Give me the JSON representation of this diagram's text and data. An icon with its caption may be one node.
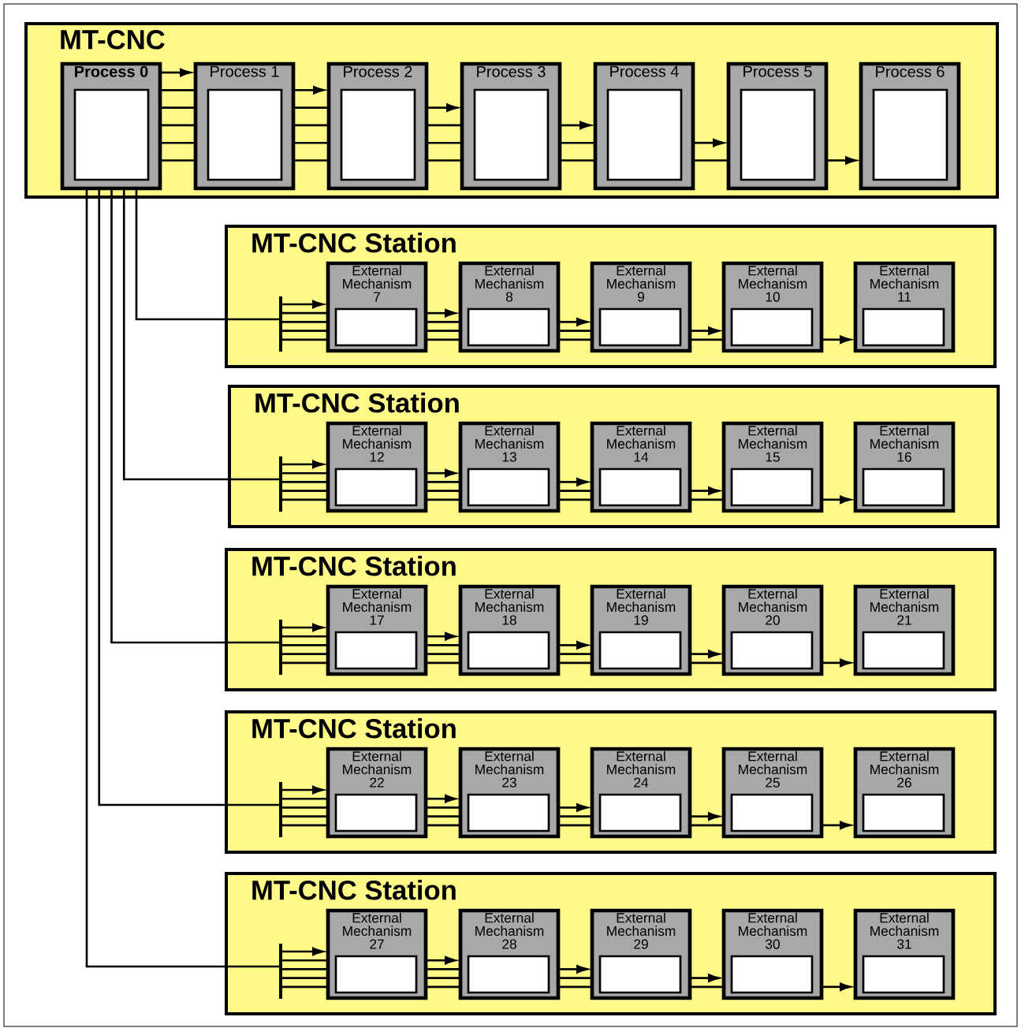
{
  "diagram": {
    "nodes": [
      {
        "text": [
          "MT-CNC"
        ]
      },
      {
        "text": [
          "Process 0"
        ],
        "in": 0
      },
      {
        "text": [
          "Process 1"
        ],
        "in": 0
      },
      {
        "text": [
          "Process 2"
        ],
        "in": 0
      },
      {
        "text": [
          "Process 3"
        ],
        "in": 0
      },
      {
        "text": [
          "Process 4"
        ],
        "in": 0
      },
      {
        "text": [
          "Process 5"
        ],
        "in": 0
      },
      {
        "text": [
          "Process 6"
        ],
        "in": 0
      },
      {
        "text": [
          "MT-CNC Station"
        ]
      },
      {
        "text": [],
        "shape": "bar",
        "in": 8
      },
      {
        "text": [
          "External Mechanism 7"
        ],
        "in": 8
      },
      {
        "text": [
          "External Mechanism 8"
        ],
        "in": 8
      },
      {
        "text": [
          "External Mechanism 9"
        ],
        "in": 8
      },
      {
        "text": [
          "External Mechanism 10"
        ],
        "in": 8
      },
      {
        "text": [
          "External Mechanism 11"
        ],
        "in": 8
      },
      {
        "text": [
          "MT-CNC Station"
        ]
      },
      {
        "text": [],
        "shape": "bar",
        "in": 15
      },
      {
        "text": [
          "External Mechanism 12"
        ],
        "in": 15
      },
      {
        "text": [
          "External Mechanism 13"
        ],
        "in": 15
      },
      {
        "text": [
          "External Mechanism 14"
        ],
        "in": 15
      },
      {
        "text": [
          "External Mechanism 15"
        ],
        "in": 15
      },
      {
        "text": [
          "External Mechanism 16"
        ],
        "in": 15
      },
      {
        "text": [
          "MT-CNC Station"
        ]
      },
      {
        "text": [],
        "shape": "bar",
        "in": 22
      },
      {
        "text": [
          "External Mechanism 17"
        ],
        "in": 22
      },
      {
        "text": [
          "External Mechanism 18"
        ],
        "in": 22
      },
      {
        "text": [
          "External Mechanism 19"
        ],
        "in": 22
      },
      {
        "text": [
          "External Mechanism 20"
        ],
        "in": 22
      },
      {
        "text": [
          "External Mechanism 21"
        ],
        "in": 22
      },
      {
        "text": [
          "MT-CNC Station"
        ]
      },
      {
        "text": [],
        "shape": "bar",
        "in": 29
      },
      {
        "text": [
          "External Mechanism 22"
        ],
        "in": 29
      },
      {
        "text": [
          "External Mechanism 23"
        ],
        "in": 29
      },
      {
        "text": [
          "External Mechanism 24"
        ],
        "in": 29
      },
      {
        "text": [
          "External Mechanism 25"
        ],
        "in": 29
      },
      {
        "text": [
          "External Mechanism 26"
        ],
        "in": 29
      },
      {
        "text": [
          "MT-CNC Station"
        ]
      },
      {
        "text": [],
        "shape": "bar",
        "in": 36
      },
      {
        "text": [
          "External Mechanism 27"
        ],
        "in": 36
      },
      {
        "text": [
          "External Mechanism 28"
        ],
        "in": 36
      },
      {
        "text": [
          "External Mechanism 29"
        ],
        "in": 36
      },
      {
        "text": [
          "External Mechanism 30"
        ],
        "in": 36
      },
      {
        "text": [
          "External Mechanism 31"
        ],
        "in": 36
      }
    ],
    "edges": [
      {
        "from": 1,
        "to": 2,
        "arrow": "to"
      },
      {
        "from": 1,
        "to": 2,
        "arrow": "none"
      },
      {
        "from": 1,
        "to": 2,
        "arrow": "none"
      },
      {
        "from": 1,
        "to": 2,
        "arrow": "none"
      },
      {
        "from": 1,
        "to": 2,
        "arrow": "none"
      },
      {
        "from": 1,
        "to": 2,
        "arrow": "none"
      },
      {
        "from": 2,
        "to": 3,
        "arrow": "to"
      },
      {
        "from": 2,
        "to": 3,
        "arrow": "none"
      },
      {
        "from": 2,
        "to": 3,
        "arrow": "none"
      },
      {
        "from": 2,
        "to": 3,
        "arrow": "none"
      },
      {
        "from": 2,
        "to": 3,
        "arrow": "none"
      },
      {
        "from": 3,
        "to": 4,
        "arrow": "to"
      },
      {
        "from": 3,
        "to": 4,
        "arrow": "none"
      },
      {
        "from": 3,
        "to": 4,
        "arrow": "none"
      },
      {
        "from": 3,
        "to": 4,
        "arrow": "none"
      },
      {
        "from": 4,
        "to": 5,
        "arrow": "to"
      },
      {
        "from": 4,
        "to": 5,
        "arrow": "none"
      },
      {
        "from": 4,
        "to": 5,
        "arrow": "none"
      },
      {
        "from": 5,
        "to": 6,
        "arrow": "to"
      },
      {
        "from": 5,
        "to": 6,
        "arrow": "none"
      },
      {
        "from": 6,
        "to": 7,
        "arrow": "to"
      },
      {
        "from": 1,
        "to": 9,
        "arrow": "none"
      },
      {
        "from": 9,
        "to": 10,
        "arrow": "to"
      },
      {
        "from": 9,
        "to": 10,
        "arrow": "none"
      },
      {
        "from": 9,
        "to": 10,
        "arrow": "none"
      },
      {
        "from": 9,
        "to": 10,
        "arrow": "none"
      },
      {
        "from": 9,
        "to": 10,
        "arrow": "none"
      },
      {
        "from": 10,
        "to": 11,
        "arrow": "to"
      },
      {
        "from": 10,
        "to": 11,
        "arrow": "none"
      },
      {
        "from": 10,
        "to": 11,
        "arrow": "none"
      },
      {
        "from": 10,
        "to": 11,
        "arrow": "none"
      },
      {
        "from": 11,
        "to": 12,
        "arrow": "to"
      },
      {
        "from": 11,
        "to": 12,
        "arrow": "none"
      },
      {
        "from": 11,
        "to": 12,
        "arrow": "none"
      },
      {
        "from": 12,
        "to": 13,
        "arrow": "to"
      },
      {
        "from": 12,
        "to": 13,
        "arrow": "none"
      },
      {
        "from": 13,
        "to": 14,
        "arrow": "to"
      },
      {
        "from": 1,
        "to": 16,
        "arrow": "none"
      },
      {
        "from": 16,
        "to": 17,
        "arrow": "to"
      },
      {
        "from": 16,
        "to": 17,
        "arrow": "none"
      },
      {
        "from": 16,
        "to": 17,
        "arrow": "none"
      },
      {
        "from": 16,
        "to": 17,
        "arrow": "none"
      },
      {
        "from": 16,
        "to": 17,
        "arrow": "none"
      },
      {
        "from": 17,
        "to": 18,
        "arrow": "to"
      },
      {
        "from": 17,
        "to": 18,
        "arrow": "none"
      },
      {
        "from": 17,
        "to": 18,
        "arrow": "none"
      },
      {
        "from": 17,
        "to": 18,
        "arrow": "none"
      },
      {
        "from": 18,
        "to": 19,
        "arrow": "to"
      },
      {
        "from": 18,
        "to": 19,
        "arrow": "none"
      },
      {
        "from": 18,
        "to": 19,
        "arrow": "none"
      },
      {
        "from": 19,
        "to": 20,
        "arrow": "to"
      },
      {
        "from": 19,
        "to": 20,
        "arrow": "none"
      },
      {
        "from": 20,
        "to": 21,
        "arrow": "to"
      },
      {
        "from": 1,
        "to": 23,
        "arrow": "none"
      },
      {
        "from": 23,
        "to": 24,
        "arrow": "to"
      },
      {
        "from": 23,
        "to": 24,
        "arrow": "none"
      },
      {
        "from": 23,
        "to": 24,
        "arrow": "none"
      },
      {
        "from": 23,
        "to": 24,
        "arrow": "none"
      },
      {
        "from": 23,
        "to": 24,
        "arrow": "none"
      },
      {
        "from": 24,
        "to": 25,
        "arrow": "to"
      },
      {
        "from": 24,
        "to": 25,
        "arrow": "none"
      },
      {
        "from": 24,
        "to": 25,
        "arrow": "none"
      },
      {
        "from": 24,
        "to": 25,
        "arrow": "none"
      },
      {
        "from": 25,
        "to": 26,
        "arrow": "to"
      },
      {
        "from": 25,
        "to": 26,
        "arrow": "none"
      },
      {
        "from": 25,
        "to": 26,
        "arrow": "none"
      },
      {
        "from": 26,
        "to": 27,
        "arrow": "to"
      },
      {
        "from": 26,
        "to": 27,
        "arrow": "none"
      },
      {
        "from": 27,
        "to": 28,
        "arrow": "to"
      },
      {
        "from": 1,
        "to": 30,
        "arrow": "none"
      },
      {
        "from": 30,
        "to": 31,
        "arrow": "to"
      },
      {
        "from": 30,
        "to": 31,
        "arrow": "none"
      },
      {
        "from": 30,
        "to": 31,
        "arrow": "none"
      },
      {
        "from": 30,
        "to": 31,
        "arrow": "none"
      },
      {
        "from": 30,
        "to": 31,
        "arrow": "none"
      },
      {
        "from": 31,
        "to": 32,
        "arrow": "to"
      },
      {
        "from": 31,
        "to": 32,
        "arrow": "none"
      },
      {
        "from": 31,
        "to": 32,
        "arrow": "none"
      },
      {
        "from": 31,
        "to": 32,
        "arrow": "none"
      },
      {
        "from": 32,
        "to": 33,
        "arrow": "to"
      },
      {
        "from": 32,
        "to": 33,
        "arrow": "none"
      },
      {
        "from": 32,
        "to": 33,
        "arrow": "none"
      },
      {
        "from": 33,
        "to": 34,
        "arrow": "to"
      },
      {
        "from": 33,
        "to": 34,
        "arrow": "none"
      },
      {
        "from": 34,
        "to": 35,
        "arrow": "to"
      },
      {
        "from": 1,
        "to": 37,
        "arrow": "none"
      },
      {
        "from": 37,
        "to": 38,
        "arrow": "to"
      },
      {
        "from": 37,
        "to": 38,
        "arrow": "none"
      },
      {
        "from": 37,
        "to": 38,
        "arrow": "none"
      },
      {
        "from": 37,
        "to": 38,
        "arrow": "none"
      },
      {
        "from": 37,
        "to": 38,
        "arrow": "none"
      },
      {
        "from": 38,
        "to": 39,
        "arrow": "to"
      },
      {
        "from": 38,
        "to": 39,
        "arrow": "none"
      },
      {
        "from": 38,
        "to": 39,
        "arrow": "none"
      },
      {
        "from": 38,
        "to": 39,
        "arrow": "none"
      },
      {
        "from": 39,
        "to": 40,
        "arrow": "to"
      },
      {
        "from": 39,
        "to": 40,
        "arrow": "none"
      },
      {
        "from": 39,
        "to": 40,
        "arrow": "none"
      },
      {
        "from": 40,
        "to": 41,
        "arrow": "to"
      },
      {
        "from": 40,
        "to": 41,
        "arrow": "none"
      },
      {
        "from": 41,
        "to": 42,
        "arrow": "to"
      }
    ]
  }
}
